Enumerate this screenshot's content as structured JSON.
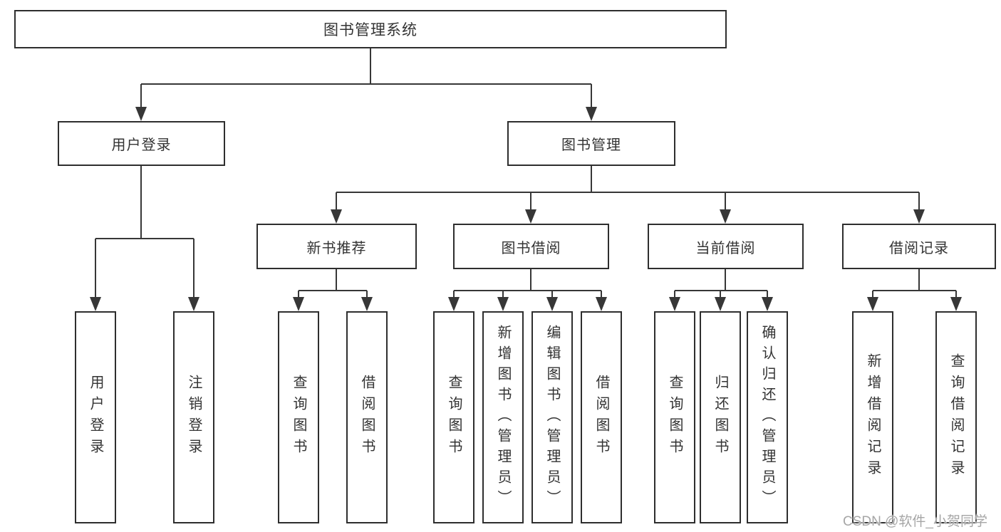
{
  "tree": {
    "root": "图书管理系统",
    "user_login": {
      "label": "用户登录",
      "children": [
        "用户登录",
        "注销登录"
      ]
    },
    "book_mgmt": {
      "label": "图书管理",
      "sections": [
        {
          "label": "新书推荐",
          "children": [
            "查询图书",
            "借阅图书"
          ]
        },
        {
          "label": "图书借阅",
          "children": [
            "查询图书",
            "新增图书（管理员）",
            "编辑图书（管理员）",
            "借阅图书"
          ]
        },
        {
          "label": "当前借阅",
          "children": [
            "查询图书",
            "归还图书",
            "确认归还（管理员）"
          ]
        },
        {
          "label": "借阅记录",
          "children": [
            "新增借阅记录",
            "查询借阅记录"
          ]
        }
      ]
    }
  },
  "watermark": "CSDN @软件_小贺同学",
  "colors": {
    "line": "#373737",
    "box_border": "#2e2e2e",
    "text": "#333333",
    "watermark": "#a6a6a6",
    "background": "#ffffff"
  }
}
